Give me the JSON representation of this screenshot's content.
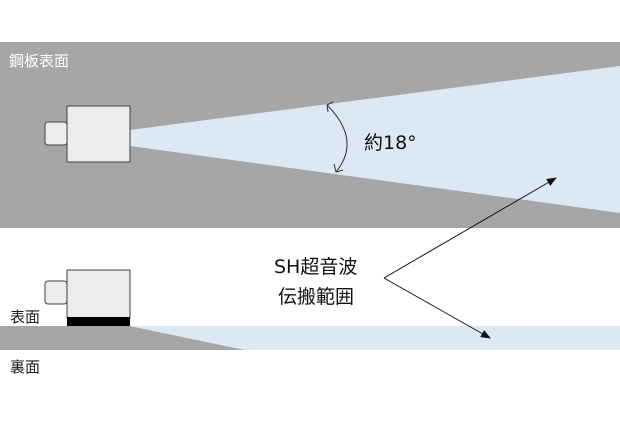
{
  "labels": {
    "steel_surface": "鋼板表面",
    "angle": "約18°",
    "range_line1": "SH超音波",
    "range_line2": "伝搬範囲",
    "front_surface": "表面",
    "back_surface": "裏面"
  },
  "colors": {
    "steel": "#a6a6a6",
    "beam": "#dde8f5",
    "sensor": "#ececec",
    "outline": "#404040",
    "contact": "#000000"
  }
}
